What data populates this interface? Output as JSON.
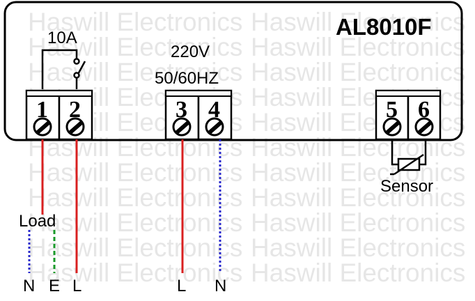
{
  "watermark": "Haswill Electronics",
  "model": "AL8010F",
  "relay_rating": "10A",
  "supply_voltage": "220V",
  "supply_frequency": "50/60HZ",
  "terminals": [
    "1",
    "2",
    "3",
    "4",
    "5",
    "6"
  ],
  "sensor_label": "Sensor",
  "load_label": "Load",
  "load_wires": [
    "N",
    "E",
    "L"
  ],
  "supply_wires": [
    "L",
    "N"
  ],
  "colors": {
    "live": "#d92020",
    "neutral": "#2a2acc",
    "earth": "#1a9a2a",
    "outline": "#000000",
    "watermark": "#d3d3d3"
  }
}
